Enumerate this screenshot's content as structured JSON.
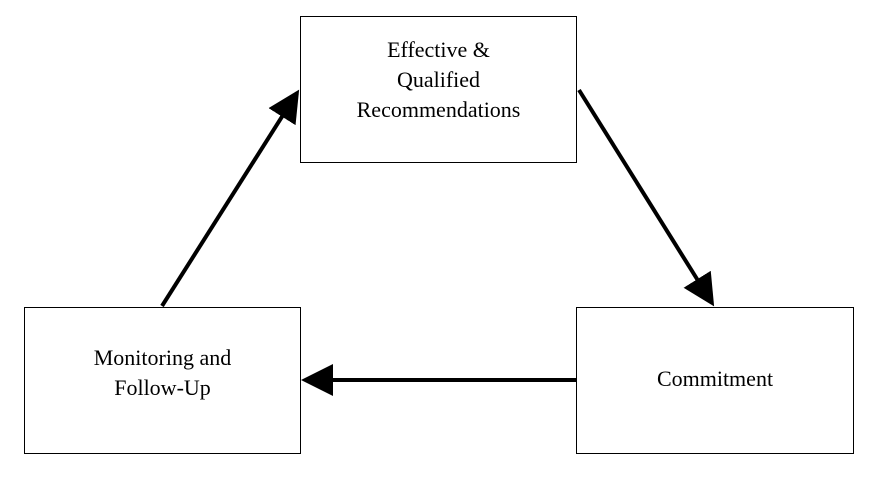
{
  "diagram": {
    "nodes": {
      "top": {
        "label": "Effective &\nQualified\nRecommendations"
      },
      "right": {
        "label": "Commitment"
      },
      "left": {
        "label": "Monitoring and\nFollow-Up"
      }
    },
    "edges": [
      {
        "from": "top",
        "to": "right"
      },
      {
        "from": "right",
        "to": "left"
      },
      {
        "from": "left",
        "to": "top"
      }
    ],
    "colors": {
      "line": "#000000",
      "background": "#ffffff"
    }
  }
}
